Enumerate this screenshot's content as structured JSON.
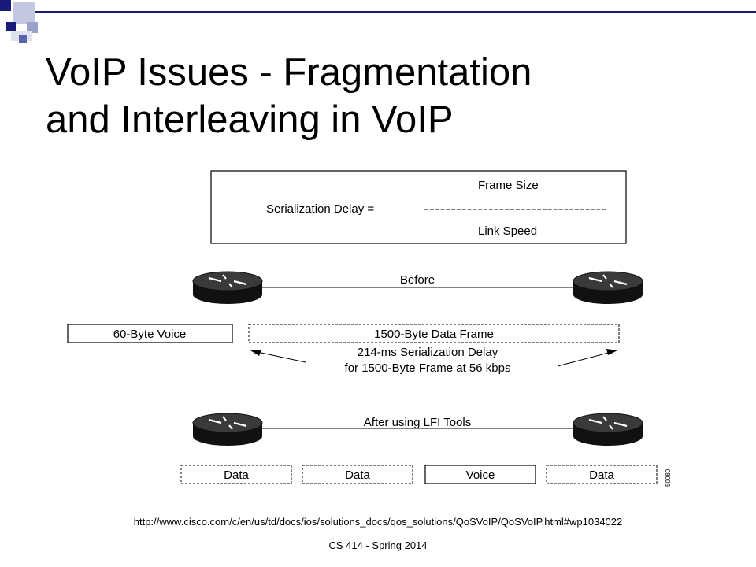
{
  "slide": {
    "title_line1": "VoIP Issues - Fragmentation",
    "title_line2": "and Interleaving in VoIP",
    "source_url": "http://www.cisco.com/c/en/us/td/docs/ios/solutions_docs/qos_solutions/QoSVoIP/QoSVoIP.html#wp1034022",
    "footer": "CS 414 - Spring 2014"
  },
  "colors": {
    "corner_dark": "#1a1a7a",
    "corner_light": "#9aa2cc",
    "rule": "#1a1a7a"
  },
  "diagram": {
    "formula": {
      "numerator": "Frame Size",
      "lhs": "Serialization Delay =",
      "dashes": "----------------------------------",
      "denominator": "Link Speed"
    },
    "before_label": "Before",
    "voice_box": "60-Byte Voice",
    "data_frame_box": "1500-Byte Data Frame",
    "delay_line1": "214-ms Serialization Delay",
    "delay_line2": "for 1500-Byte Frame at 56 kbps",
    "after_label": "After using LFI Tools",
    "frames": [
      "Data",
      "Data",
      "Voice",
      "Data"
    ],
    "figure_id": "50080"
  }
}
